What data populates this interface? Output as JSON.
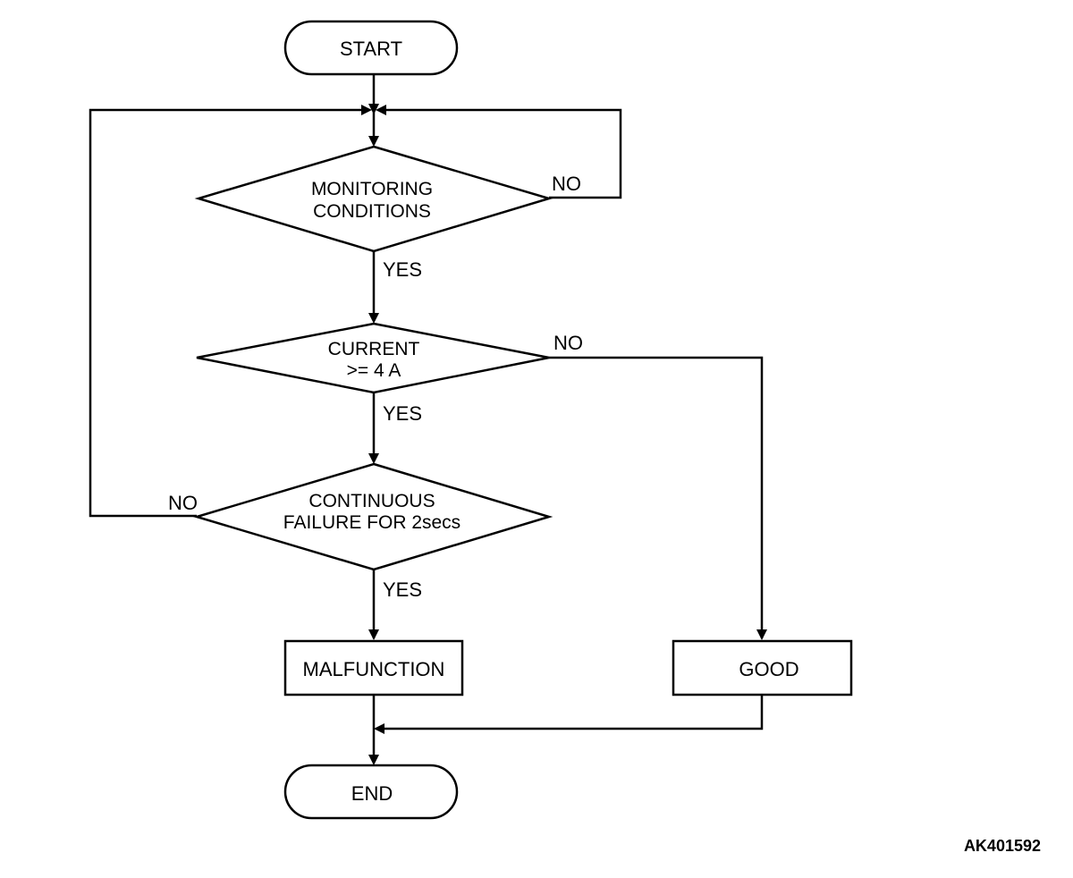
{
  "flowchart": {
    "start": "START",
    "decision_monitoring": [
      "MONITORING",
      "CONDITIONS"
    ],
    "decision_current": [
      "CURRENT",
      ">= 4 A"
    ],
    "decision_continuous": [
      "CONTINUOUS",
      "FAILURE FOR 2secs"
    ],
    "malfunction": "MALFUNCTION",
    "good": "GOOD",
    "end": "END",
    "yes_label": "YES",
    "no_label": "NO"
  },
  "figure_code": "AK401592"
}
